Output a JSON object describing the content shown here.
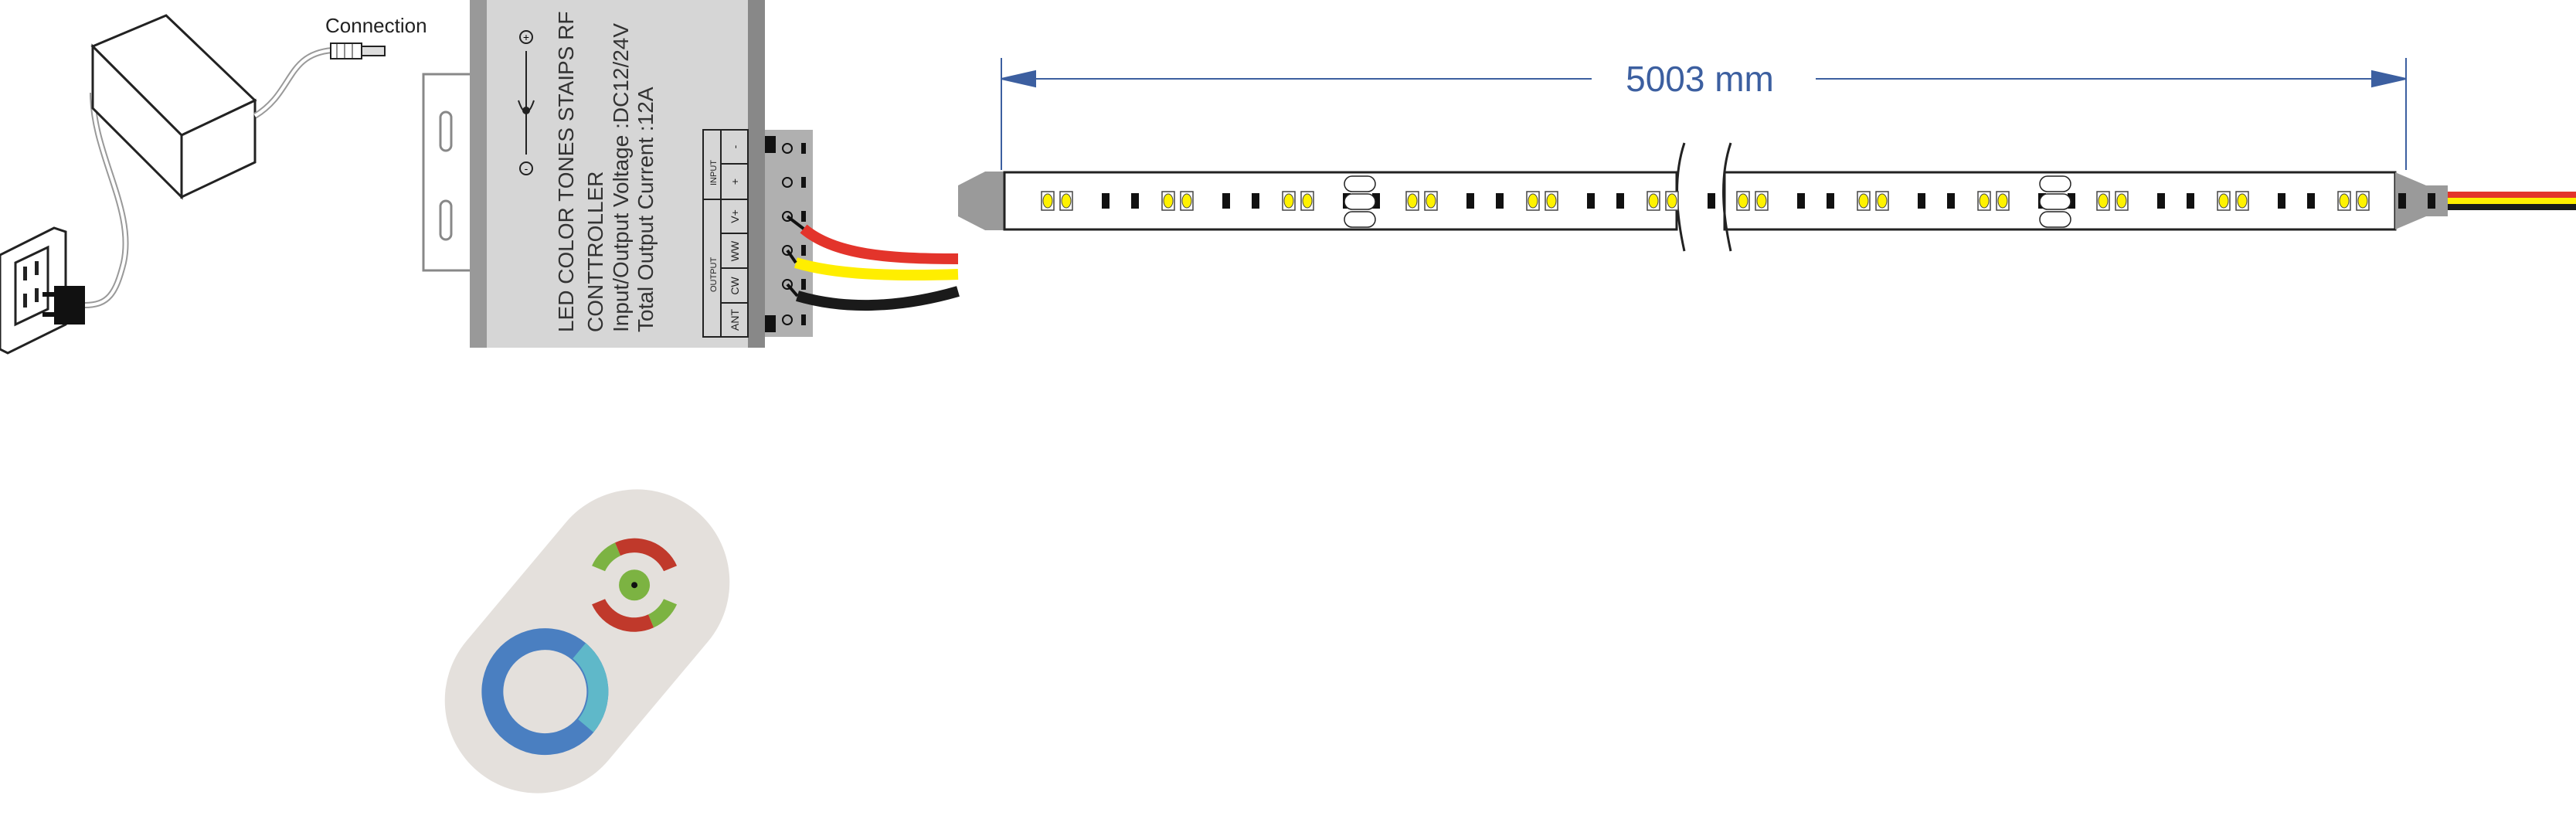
{
  "connection_label": "Connection",
  "controller": {
    "title_line1": "LED COLOR TONES STAIPS RF",
    "title_line2": "CONTTROLLER",
    "voltage": "Input/Output Voltage :DC12/24V",
    "current": "Total Output Current :12A",
    "terminal_groups": {
      "input": "INPUT",
      "output": "OUTPUT"
    },
    "terminals": [
      "-",
      "+",
      "V+",
      "WW",
      "CW",
      "ANT"
    ],
    "polarity": {
      "plus": "+",
      "minus": "-"
    }
  },
  "dimension": {
    "length_label": "5003 mm"
  },
  "colors": {
    "red_wire": "#e3342b",
    "yellow_wire": "#ffee00",
    "black_wire": "#1a1a1a",
    "dimension": "#3c5fa0",
    "led": "#fff200"
  }
}
